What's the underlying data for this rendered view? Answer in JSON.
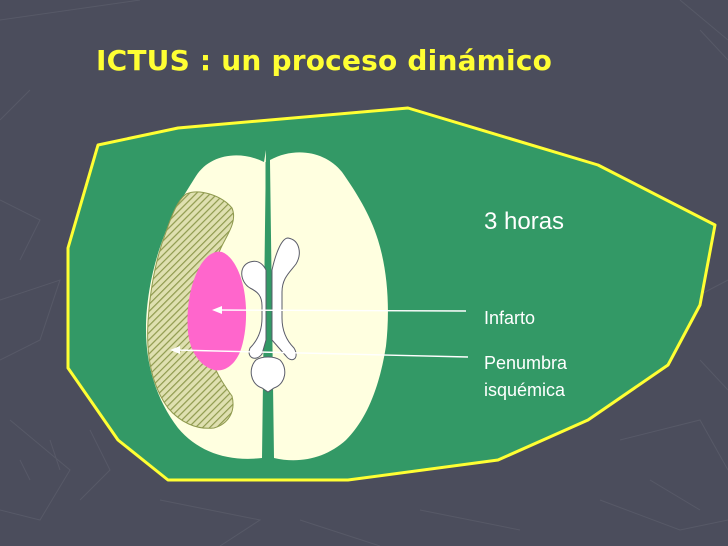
{
  "slide": {
    "title": "ICTUS : un proceso dinámico",
    "time_label": "3 horas",
    "infarct_label": "Infarto",
    "penumbra_label_line1": "Penumbra",
    "penumbra_label_line2": "isquémica"
  },
  "colors": {
    "background": "#4b4d5c",
    "title": "#ffff33",
    "panel_fill": "#339966",
    "panel_border": "#ffff33",
    "brain_fill": "#ffffe0",
    "infarct": "#ff66cc",
    "penumbra_hatch": "#99a35a",
    "label_text": "#ffffff"
  },
  "icons": [
    "arrow-left-icon"
  ]
}
